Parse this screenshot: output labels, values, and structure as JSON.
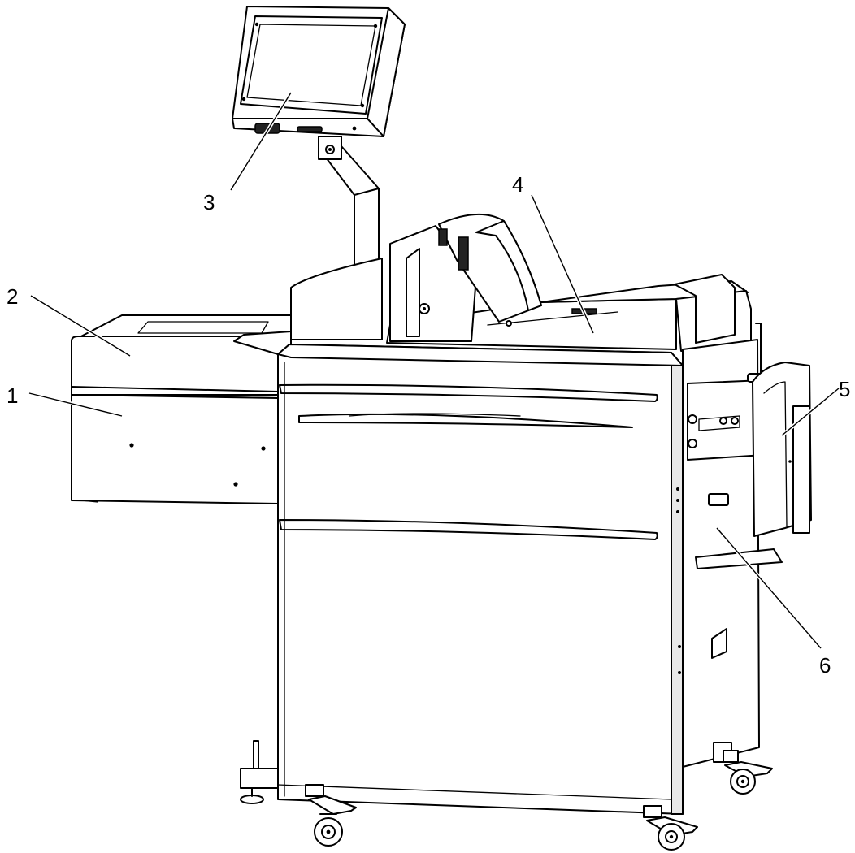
{
  "diagram": {
    "background": "#ffffff",
    "line_color": "#000000",
    "callouts": [
      {
        "id": "1",
        "label": "1"
      },
      {
        "id": "2",
        "label": "2"
      },
      {
        "id": "3",
        "label": "3"
      },
      {
        "id": "4",
        "label": "4"
      },
      {
        "id": "5",
        "label": "5"
      },
      {
        "id": "6",
        "label": "6"
      }
    ]
  }
}
